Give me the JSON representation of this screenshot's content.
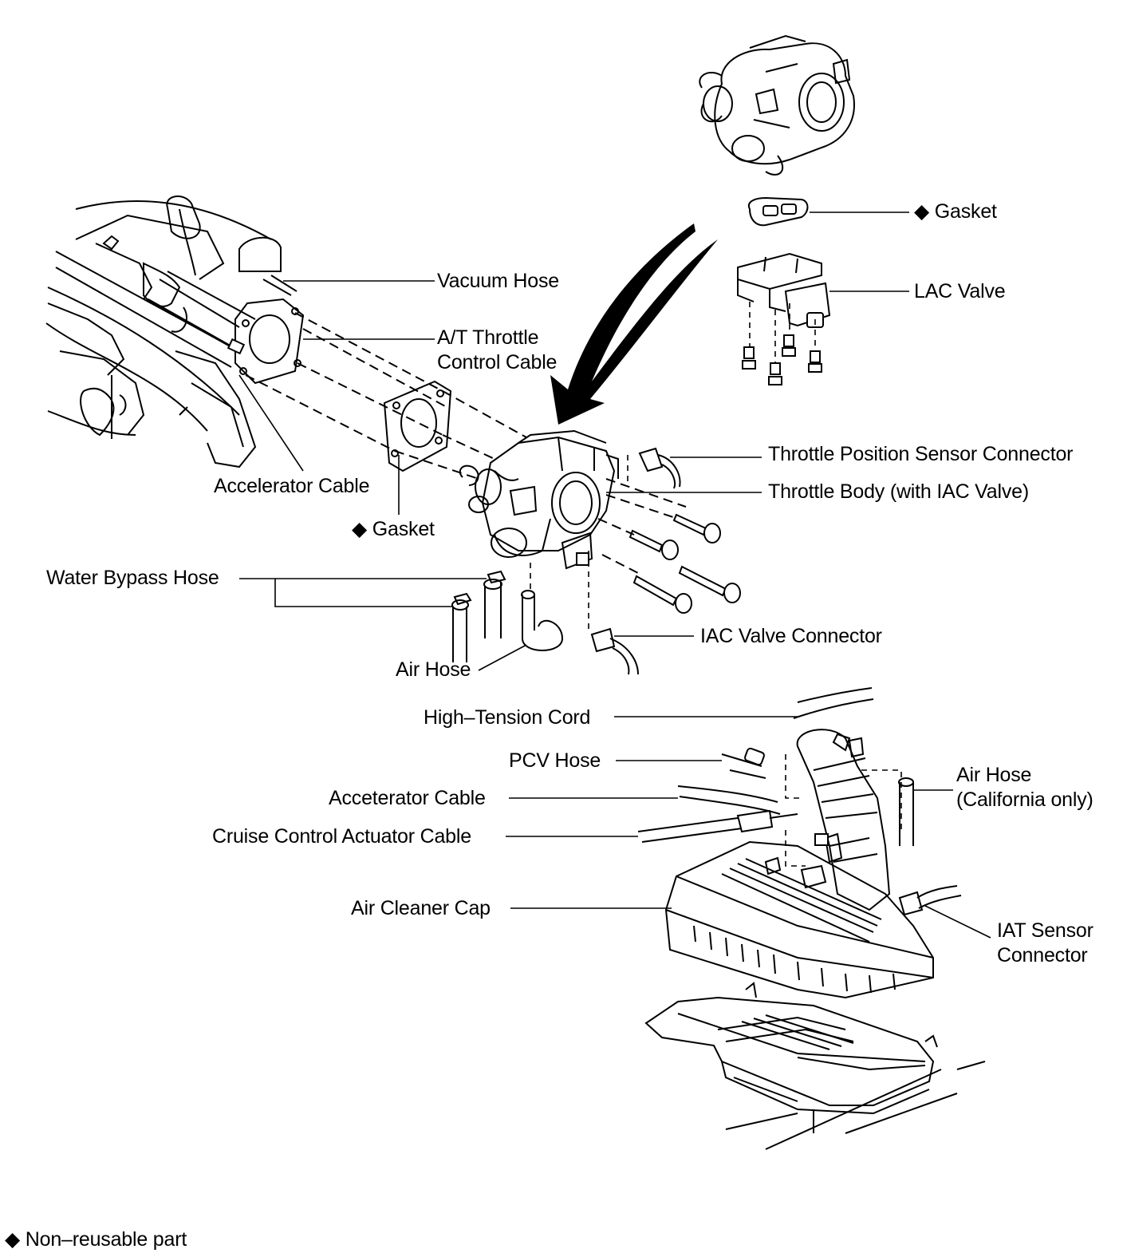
{
  "labels": {
    "gasket_top": "Gasket",
    "lac_valve": "LAC Valve",
    "vacuum_hose": "Vacuum Hose",
    "at_throttle_1": "A/T Throttle",
    "at_throttle_2": "Control Cable",
    "throttle_position_sensor": "Throttle Position Sensor Connector",
    "throttle_body": "Throttle Body (with IAC Valve)",
    "accelerator_cable": "Accelerator Cable",
    "gasket_mid": "Gasket",
    "water_bypass_hose": "Water Bypass Hose",
    "iac_valve_connector": "IAC Valve Connector",
    "air_hose": "Air Hose",
    "high_tension_cord": "High–Tension Cord",
    "pcv_hose": "PCV Hose",
    "air_hose_ca_1": "Air Hose",
    "air_hose_ca_2": "(California only)",
    "acceterator_cable": "Acceterator Cable",
    "cruise_control": "Cruise Control Actuator Cable",
    "air_cleaner_cap": "Air Cleaner Cap",
    "iat_sensor_1": "IAT Sensor",
    "iat_sensor_2": "Connector"
  },
  "legend": {
    "symbol": "◆",
    "text": "Non–reusable part"
  }
}
